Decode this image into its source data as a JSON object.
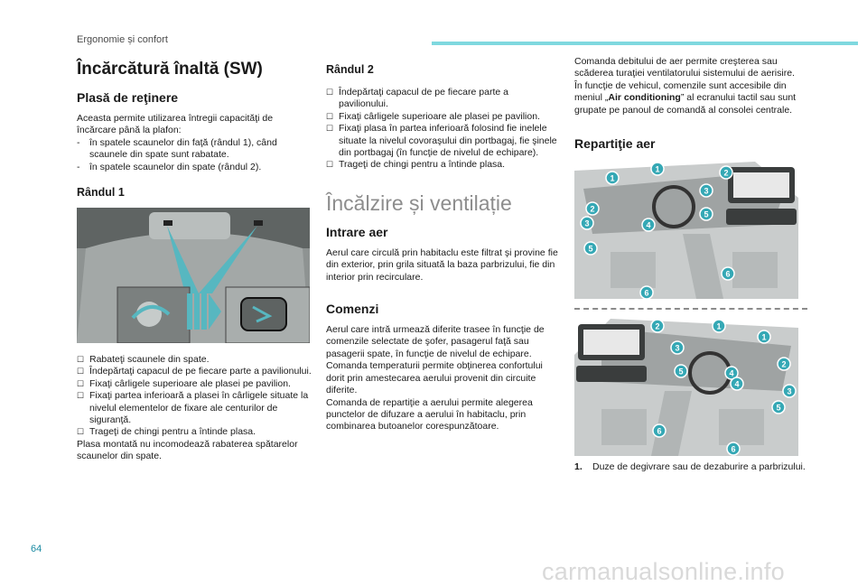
{
  "header": {
    "section_title": "Ergonomie și confort"
  },
  "page_number": "64",
  "watermark": "carmanualsonline.info",
  "colors": {
    "accent_bar": "#7fd8df",
    "page_number": "#1a8aa2",
    "badge": "#35a8b5"
  },
  "col1": {
    "title": "Încărcătură înaltă (SW)",
    "net_heading": "Plasă de reţinere",
    "net_intro": "Aceasta permite utilizarea întregii capacităţi de încărcare până la plafon:",
    "net_items": [
      "în spatele scaunelor din faţă (rândul 1), când scaunele din spate sunt rabatate.",
      "în spatele scaunelor din spate (rândul 2)."
    ],
    "row1_heading": "Rândul 1",
    "row1_steps": [
      "Rabateţi scaunele din spate.",
      "Îndepărtaţi capacul de pe fiecare parte a pavilionului.",
      "Fixaţi cârligele superioare ale plasei pe pavilion.",
      "Fixaţi partea inferioară a plasei în cârligele situate la nivelul elementelor de fixare ale centurilor de siguranţă.",
      "Trageţi de chingi pentru a întinde plasa."
    ],
    "row1_note": "Plasa montată nu incomodează rabaterea spătarelor scaunelor din spate."
  },
  "col2": {
    "row2_heading": "Rândul 2",
    "row2_steps": [
      "Îndepărtaţi capacul de pe fiecare parte a pavilionului.",
      "Fixaţi cârligele superioare ale plasei pe pavilion.",
      "Fixaţi plasa în partea inferioară folosind fie inelele situate la nivelul covoraşului din portbagaj, fie şinele din portbagaj (în funcţie de nivelul de echipare).",
      "Trageţi de chingi pentru a întinde plasa."
    ],
    "heat_title": "Încălzire și ventilație",
    "air_in_heading": "Intrare aer",
    "air_in_text": "Aerul care circulă prin habitaclu este filtrat şi provine fie din exterior, prin grila situată la baza parbrizului, fie din interior prin recirculare.",
    "controls_heading": "Comenzi",
    "controls_p1": "Aerul care intră urmează diferite trasee în funcţie de comenzile selectate de şofer, pasagerul faţă sau pasagerii spate, în funcţie de nivelul de echipare.",
    "controls_p2": "Comanda temperaturii permite obţinerea confortului dorit prin amestecarea aerului provenit din circuite diferite.",
    "controls_p3": "Comanda de repartiţie a aerului permite alegerea punctelor de difuzare a aerului în habitaclu, prin combinarea butoanelor corespunzătoare."
  },
  "col3": {
    "flow_p1": "Comanda debitului de aer permite creşterea sau scăderea turaţiei ventilatorului sistemului de aerisire.",
    "flow_p2_pre": "În funcţie de vehicul, comenzile sunt accesibile din meniul „",
    "flow_p2_bold": "Air conditioning",
    "flow_p2_post": "” al ecranului tactil sau sunt grupate pe panoul de comandă al consolei centrale.",
    "distribution_heading": "Repartiţie aer",
    "diagram1_badges": [
      "1",
      "1",
      "2",
      "2",
      "3",
      "3",
      "4",
      "5",
      "5",
      "6",
      "6"
    ],
    "diagram2_badges": [
      "1",
      "1",
      "2",
      "2",
      "3",
      "3",
      "4",
      "4",
      "5",
      "5",
      "6",
      "6"
    ],
    "legend": [
      {
        "num": "1.",
        "text": "Duze de degivrare sau de dezaburire a parbrizului."
      }
    ]
  }
}
